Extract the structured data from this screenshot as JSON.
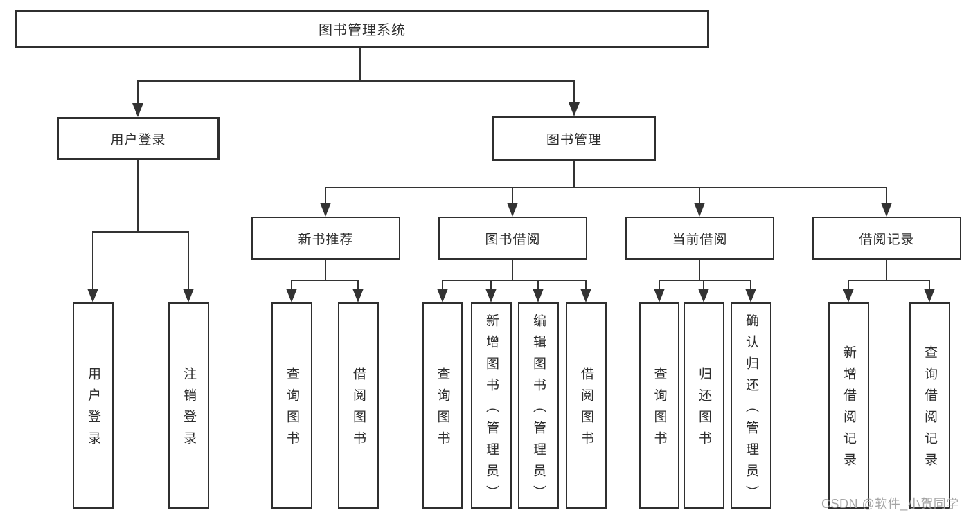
{
  "diagram": {
    "root": {
      "label": "图书管理系统"
    },
    "branches": [
      {
        "label": "用户登录",
        "children": [
          {
            "label": "用户登录"
          },
          {
            "label": "注销登录"
          }
        ]
      },
      {
        "label": "图书管理",
        "children": [
          {
            "label": "新书推荐",
            "children": [
              {
                "label": "查询图书"
              },
              {
                "label": "借阅图书"
              }
            ]
          },
          {
            "label": "图书借阅",
            "children": [
              {
                "label": "查询图书"
              },
              {
                "label": "新增图书（管理员）"
              },
              {
                "label": "编辑图书（管理员）"
              },
              {
                "label": "借阅图书"
              }
            ]
          },
          {
            "label": "当前借阅",
            "children": [
              {
                "label": "查询图书"
              },
              {
                "label": "归还图书"
              },
              {
                "label": "确认归还（管理员）"
              }
            ]
          },
          {
            "label": "借阅记录",
            "children": [
              {
                "label": "新增借阅记录"
              },
              {
                "label": "查询借阅记录"
              }
            ]
          }
        ]
      }
    ]
  },
  "watermark": {
    "text": "CSDN @软件_小贺同学"
  },
  "colors": {
    "line": "#333333",
    "box_border": "#2f2f2f",
    "text": "#2d2d2d",
    "watermark": "#9e9e9e",
    "background": "#ffffff"
  }
}
